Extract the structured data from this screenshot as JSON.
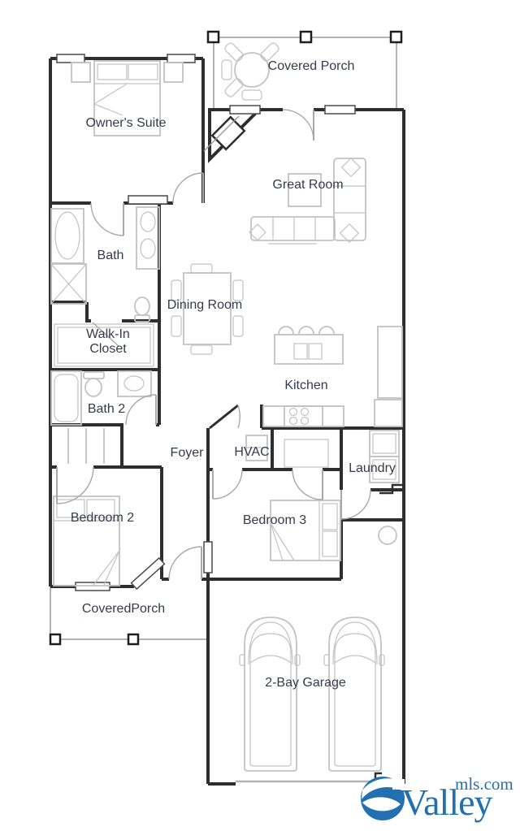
{
  "document": {
    "type": "floor-plan",
    "background": "#ffffff"
  },
  "colors": {
    "wall": "#2e2e2e",
    "furniture_line": "#c2c2c2",
    "door_swing": "#a8a8a8",
    "label_text": "#363a4e",
    "brand_blue": "#2270af"
  },
  "rooms": {
    "covered_porch_top": {
      "label": "Covered Porch"
    },
    "owners_suite": {
      "label": "Owner's Suite"
    },
    "great_room": {
      "label": "Great Room"
    },
    "bath": {
      "label": "Bath"
    },
    "dining_room": {
      "label": "Dining Room"
    },
    "walk_in_closet": {
      "line1": "Walk-In",
      "line2": "Closet"
    },
    "kitchen": {
      "label": "Kitchen"
    },
    "bath_2": {
      "label": "Bath 2"
    },
    "foyer": {
      "label": "Foyer"
    },
    "hvac": {
      "label": "HVAC"
    },
    "laundry": {
      "label": "Laundry"
    },
    "bedroom_2": {
      "label": "Bedroom 2"
    },
    "bedroom_3": {
      "label": "Bedroom 3"
    },
    "covered_porch_bottom": {
      "label": "CoveredPorch"
    },
    "garage": {
      "label": "2-Bay Garage"
    }
  },
  "fixtures": [
    "double-bed-icon",
    "nightstand-icon",
    "round-patio-table-icon",
    "patio-chair-icon",
    "corner-fireplace-icon",
    "sectional-sofa-icon",
    "ottoman-icon",
    "dining-table-icon",
    "dining-chair-icon",
    "kitchen-island-icon",
    "bar-stool-icon",
    "island-sink-icon",
    "range-stove-icon",
    "counter-icon",
    "refrigerator-icon",
    "bathtub-icon",
    "shower-icon",
    "toilet-icon",
    "double-vanity-icon",
    "vanity-sink-icon",
    "linen-shelves-icon",
    "closet-shelf-icon",
    "hvac-unit-icon",
    "washer-icon",
    "dryer-icon",
    "water-heater-icon",
    "car-icon",
    "porch-column-icon",
    "window-icon",
    "door-swing-icon",
    "garage-door-icon"
  ],
  "brand": {
    "name": "Valley",
    "suffix": "mls.com"
  }
}
